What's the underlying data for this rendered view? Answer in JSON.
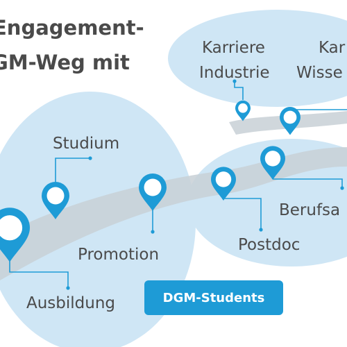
{
  "headline": {
    "line1": "Engagement-",
    "line2": "GM-Weg mit"
  },
  "stations": {
    "studium": "Studium",
    "promotion": "Promotion",
    "ausbildung": "Ausbildung",
    "postdoc": "Postdoc",
    "berufs": "Berufsa",
    "karriere_industrie_1": "Karriere",
    "karriere_industrie_2": "Industrie",
    "karriere_wiss_1": "Kar",
    "karriere_wiss_2": "Wisse"
  },
  "badge_label": "DGM-Students",
  "colors": {
    "accent": "#1e9bd6",
    "bubble": "#cfe6f5",
    "road": "#c8d0d6",
    "text": "#4a4a4a"
  }
}
